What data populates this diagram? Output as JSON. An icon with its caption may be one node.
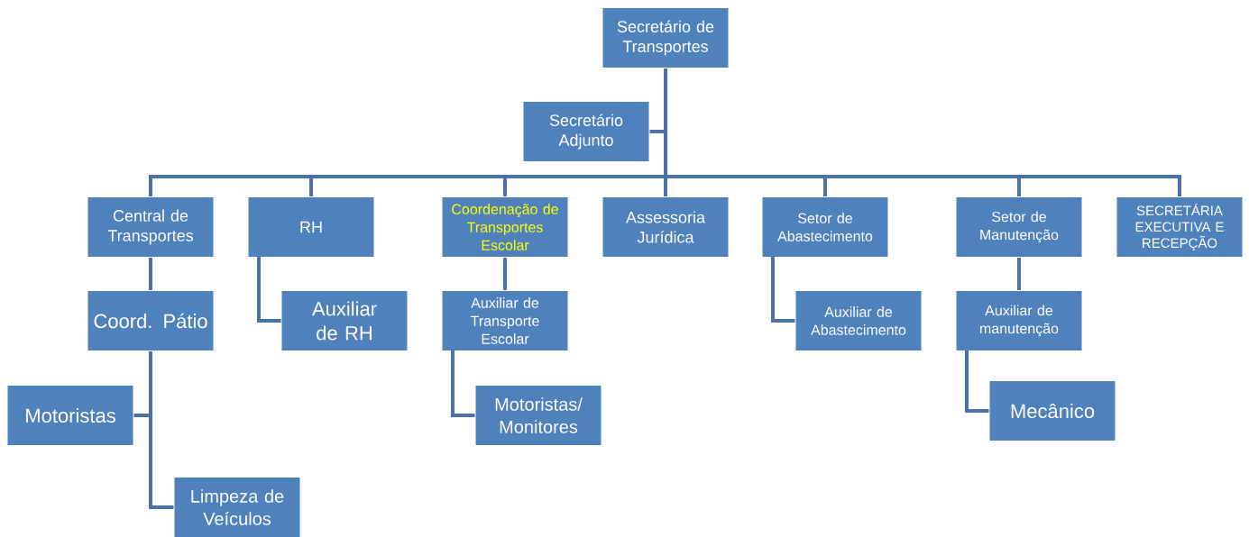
{
  "diagram": {
    "nodes": [
      {
        "text": [
          "Secretário de Transportes"
        ]
      },
      {
        "text": [
          "Secretário Adjunto"
        ]
      },
      {
        "text": [
          "Central de Transportes"
        ]
      },
      {
        "text": [
          "RH"
        ]
      },
      {
        "text": [
          "Coordenação de Transportes Escolar"
        ]
      },
      {
        "text": [
          "Assessoria Jurídica"
        ]
      },
      {
        "text": [
          "Setor de Abastecimento"
        ]
      },
      {
        "text": [
          "Setor de Manutenção"
        ]
      },
      {
        "text": [
          "SECRETÁRIA EXECUTIVA E RECEPÇÃO"
        ]
      },
      {
        "text": [
          "Coord. Pátio"
        ]
      },
      {
        "text": [
          "Auxiliar de RH"
        ]
      },
      {
        "text": [
          "Auxiliar de Transporte Escolar"
        ]
      },
      {
        "text": [
          "Auxiliar de Abastecimento"
        ]
      },
      {
        "text": [
          "Auxiliar de manutenção"
        ]
      },
      {
        "text": [
          "Motoristas"
        ]
      },
      {
        "text": [
          "Motoristas/ Monitores"
        ]
      },
      {
        "text": [
          "Mecânico"
        ]
      },
      {
        "text": [
          "Limpeza de Veículos"
        ]
      }
    ],
    "edges": [
      {
        "from": 0,
        "to": 1,
        "arrow": "none"
      },
      {
        "from": 0,
        "to": 2,
        "arrow": "none"
      },
      {
        "from": 0,
        "to": 3,
        "arrow": "none"
      },
      {
        "from": 0,
        "to": 4,
        "arrow": "none"
      },
      {
        "from": 0,
        "to": 5,
        "arrow": "none"
      },
      {
        "from": 0,
        "to": 6,
        "arrow": "none"
      },
      {
        "from": 0,
        "to": 7,
        "arrow": "none"
      },
      {
        "from": 0,
        "to": 8,
        "arrow": "none"
      },
      {
        "from": 2,
        "to": 9,
        "arrow": "none"
      },
      {
        "from": 3,
        "to": 10,
        "arrow": "none"
      },
      {
        "from": 4,
        "to": 11,
        "arrow": "none"
      },
      {
        "from": 6,
        "to": 12,
        "arrow": "none"
      },
      {
        "from": 7,
        "to": 13,
        "arrow": "none"
      },
      {
        "from": 9,
        "to": 14,
        "arrow": "none"
      },
      {
        "from": 9,
        "to": 17,
        "arrow": "none"
      },
      {
        "from": 11,
        "to": 15,
        "arrow": "none"
      },
      {
        "from": 13,
        "to": 16,
        "arrow": "none"
      }
    ]
  }
}
